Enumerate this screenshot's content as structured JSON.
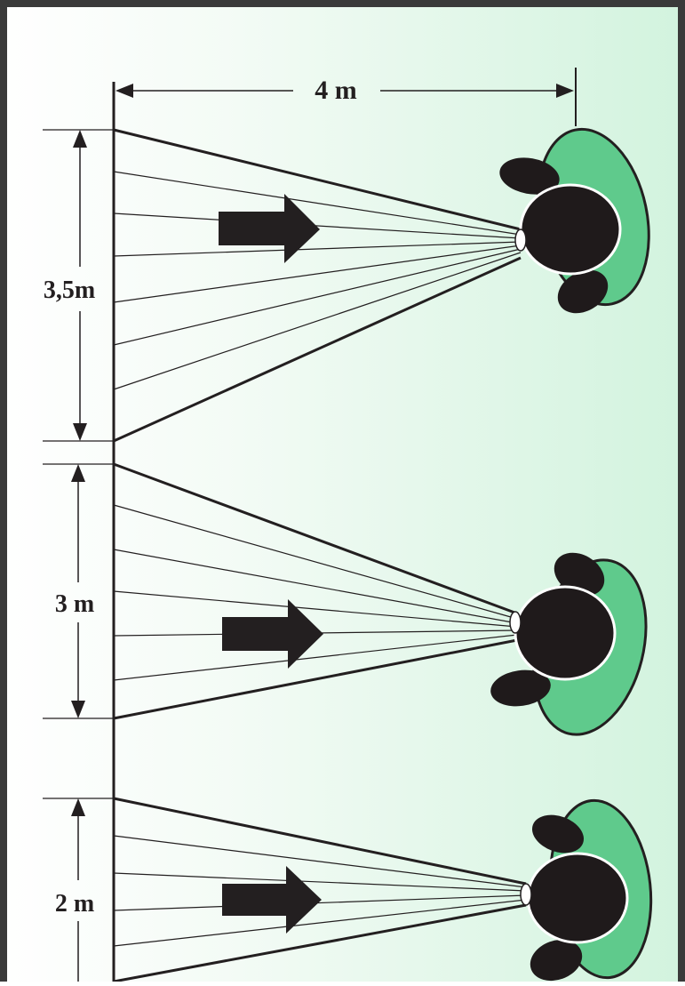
{
  "labels": {
    "width": "4 m",
    "tall": "3,5m",
    "medium": "3 m",
    "short": "2 m"
  },
  "colors": {
    "background_left": "#ffffff",
    "background_right": "#d2f3de",
    "frame": "#3a3a3a",
    "ink": "#231f20",
    "head": "#1f1a1b",
    "shoulders": "#5fca8c"
  }
}
